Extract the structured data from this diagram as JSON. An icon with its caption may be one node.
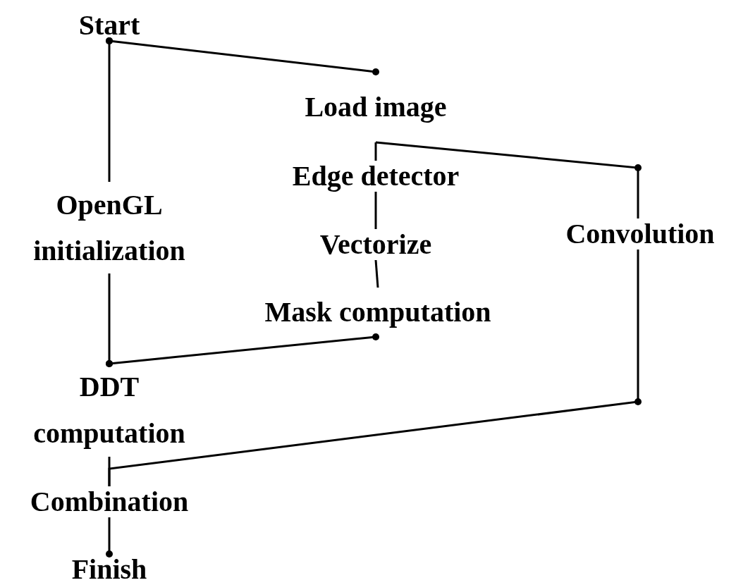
{
  "diagram": {
    "nodes": [
      {
        "text": [
          "Start"
        ]
      },
      {
        "text": [
          "Load image"
        ]
      },
      {
        "text": [
          "Edge detector"
        ]
      },
      {
        "text": [
          "OpenGL initialization"
        ]
      },
      {
        "text": [
          "Convolution"
        ]
      },
      {
        "text": [
          "Vectorize"
        ]
      },
      {
        "text": [
          "Mask computation"
        ]
      },
      {
        "text": [
          "DDT computation"
        ]
      },
      {
        "text": [
          "Combination"
        ]
      },
      {
        "text": [
          "Finish"
        ]
      }
    ],
    "edges": [
      {
        "from": 0,
        "to": 1,
        "arrow": "other"
      },
      {
        "from": 0,
        "to": 3,
        "arrow": "other"
      },
      {
        "from": 3,
        "to": 7,
        "arrow": "other"
      },
      {
        "from": 1,
        "to": 2,
        "arrow": "none"
      },
      {
        "from": 1,
        "to": 4,
        "arrow": "none"
      },
      {
        "from": 2,
        "to": 5,
        "arrow": "none"
      },
      {
        "from": 5,
        "to": 6,
        "arrow": "none"
      },
      {
        "from": 6,
        "to": 7,
        "arrow": "other"
      },
      {
        "from": 4,
        "to": 8,
        "arrow": "none"
      },
      {
        "from": 7,
        "to": 8,
        "arrow": "none"
      },
      {
        "from": 8,
        "to": 9,
        "arrow": "other"
      }
    ]
  }
}
